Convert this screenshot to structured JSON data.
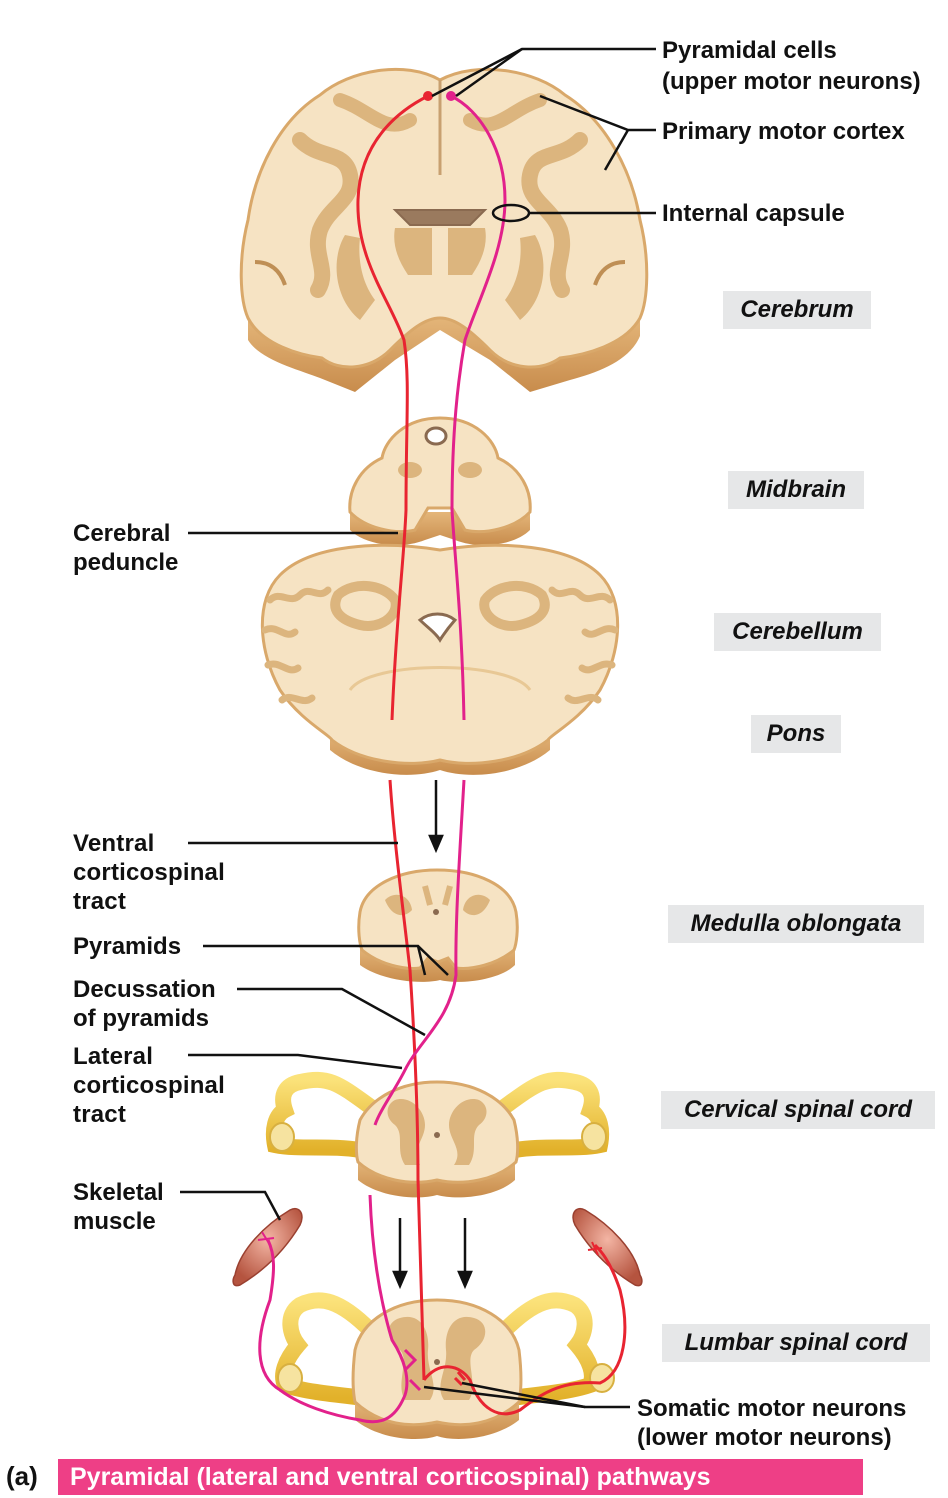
{
  "labels": {
    "pyramidal_cells_1": "Pyramidal cells",
    "pyramidal_cells_2": "(upper motor neurons)",
    "primary_motor_cortex": "Primary motor cortex",
    "internal_capsule": "Internal capsule",
    "cerebral_peduncle_1": "Cerebral",
    "cerebral_peduncle_2": "peduncle",
    "ventral_cst_1": "Ventral",
    "ventral_cst_2": "corticospinal",
    "ventral_cst_3": "tract",
    "pyramids": "Pyramids",
    "decussation_1": "Decussation",
    "decussation_2": "of pyramids",
    "lateral_cst_1": "Lateral",
    "lateral_cst_2": "corticospinal",
    "lateral_cst_3": "tract",
    "skeletal_muscle_1": "Skeletal",
    "skeletal_muscle_2": "muscle",
    "somatic_motor_1": "Somatic motor neurons",
    "somatic_motor_2": "(lower motor neurons)"
  },
  "regions": {
    "cerebrum": "Cerebrum",
    "midbrain": "Midbrain",
    "cerebellum": "Cerebellum",
    "pons": "Pons",
    "medulla": "Medulla oblongata",
    "cervical": "Cervical spinal cord",
    "lumbar": "Lumbar spinal cord"
  },
  "caption": {
    "prefix": "(a)",
    "text": "Pyramidal (lateral and ventral corticospinal) pathways"
  },
  "colors": {
    "tissue": "#f6e3c3",
    "tissue_edge": "#d9a86a",
    "gray_matter": "#dcb57e",
    "nerve": "#f3cf45",
    "red_tract": "#e82431",
    "magenta_tract": "#e2218b",
    "caption_bg": "#ee3f86",
    "region_bg": "#e6e7e8"
  }
}
